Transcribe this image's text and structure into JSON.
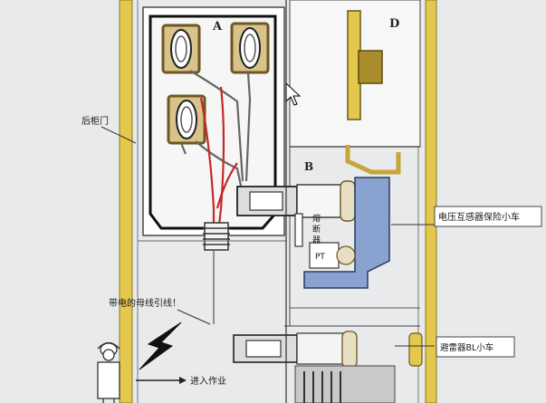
{
  "labels": {
    "compartment_a": "A",
    "compartment_b": "B",
    "compartment_d": "D",
    "rear_door": "后柜门",
    "pt_fuse_truck": "电压互感器保险小车",
    "live_busbar_note": "带电的母线引线！",
    "fuse_line1": "熔",
    "fuse_line2": "断",
    "fuse_line3": "器",
    "pt": "PT",
    "enter_work": "进入作业",
    "arrester_truck": "避雷器BL小车"
  },
  "colors": {
    "frame_yellow": "#e3c84c",
    "insulator_tan": "#d8c38a",
    "insulator_brown": "#6d5620",
    "live_red": "#c62828",
    "truck_blue": "#8aa2cf",
    "outline": "#1d1d1d",
    "background": "#e9eaec"
  }
}
